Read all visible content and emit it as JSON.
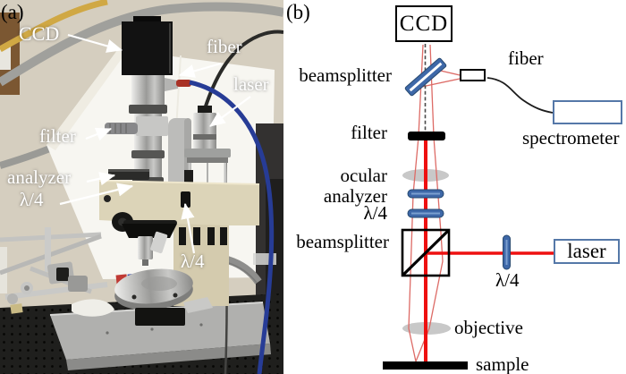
{
  "figure": {
    "panel_a": {
      "tag": "(a)",
      "annotations": [
        {
          "text": "CCD"
        },
        {
          "text": "fiber"
        },
        {
          "text": "laser"
        },
        {
          "text": "filter"
        },
        {
          "text": "analyzer"
        },
        {
          "text": "λ/4"
        },
        {
          "text": "λ/4"
        }
      ]
    },
    "panel_b": {
      "tag": "(b)",
      "boxes": {
        "ccd": "CCD",
        "laser": "laser"
      },
      "labels": {
        "beamsplitter_top": "beamsplitter",
        "fiber": "fiber",
        "spectrometer": "spectrometer",
        "filter": "filter",
        "ocular": "ocular",
        "analyzer": "analyzer",
        "quarter_wave_upper": "λ/4",
        "beamsplitter_cube": "beamsplitter",
        "quarter_wave_laser": "λ/4",
        "objective": "objective",
        "sample": "sample"
      }
    },
    "colors": {
      "beam_red": "#ee1010",
      "beam_thin_red": "#dd6b66",
      "optic_blue": "#3e68a8",
      "optic_blue_border": "#27496f",
      "lens_gray": "#c8c8c8",
      "box_border_blue": "#5578a8",
      "fiber_cable_blue": "#273c96",
      "filter_black": "#000000"
    }
  }
}
